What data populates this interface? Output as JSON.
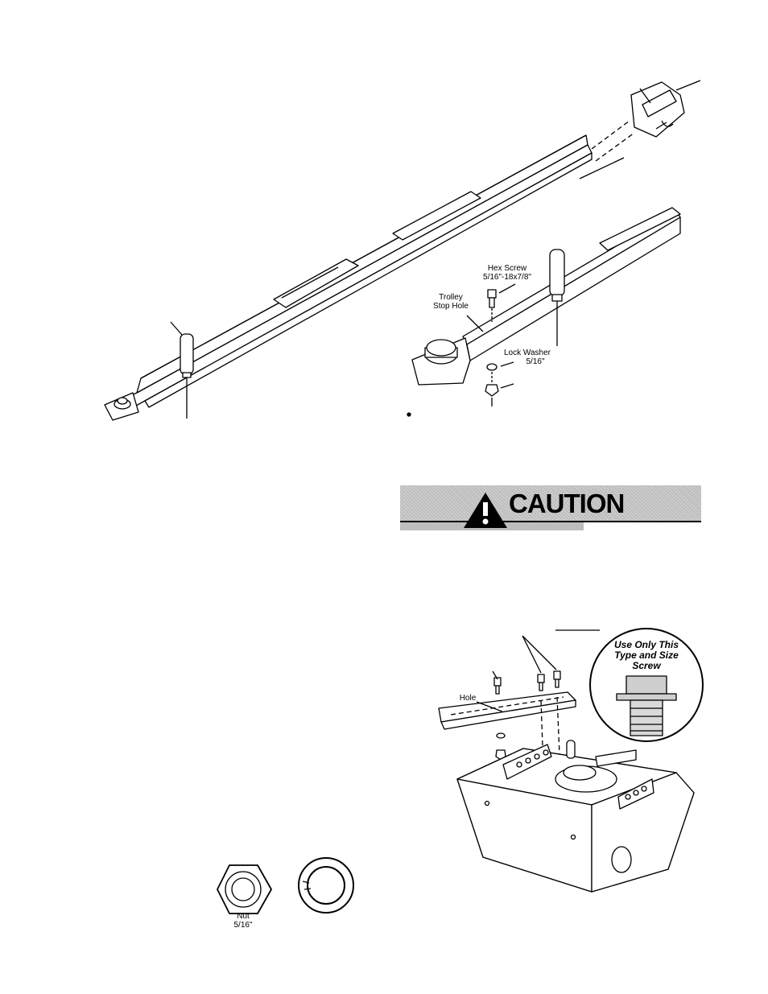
{
  "labels": {
    "hex_screw_top": "Hex Screw",
    "hex_screw_size": "5/16\"-18x7/8\"",
    "trolley_stop_1": "Trolley",
    "trolley_stop_2": "Stop Hole",
    "lock_washer": "Lock Washer",
    "lock_washer_size": "5/16\"",
    "hole": "Hole",
    "use_only_1": "Use Only This",
    "use_only_2": "Type and Size",
    "use_only_3": "Screw",
    "nut": "Nut",
    "nut_size": "5/16\""
  },
  "caution": {
    "word": "CAUTION"
  },
  "colors": {
    "caution_fill": "#bdbdbd",
    "ink": "#000000"
  }
}
